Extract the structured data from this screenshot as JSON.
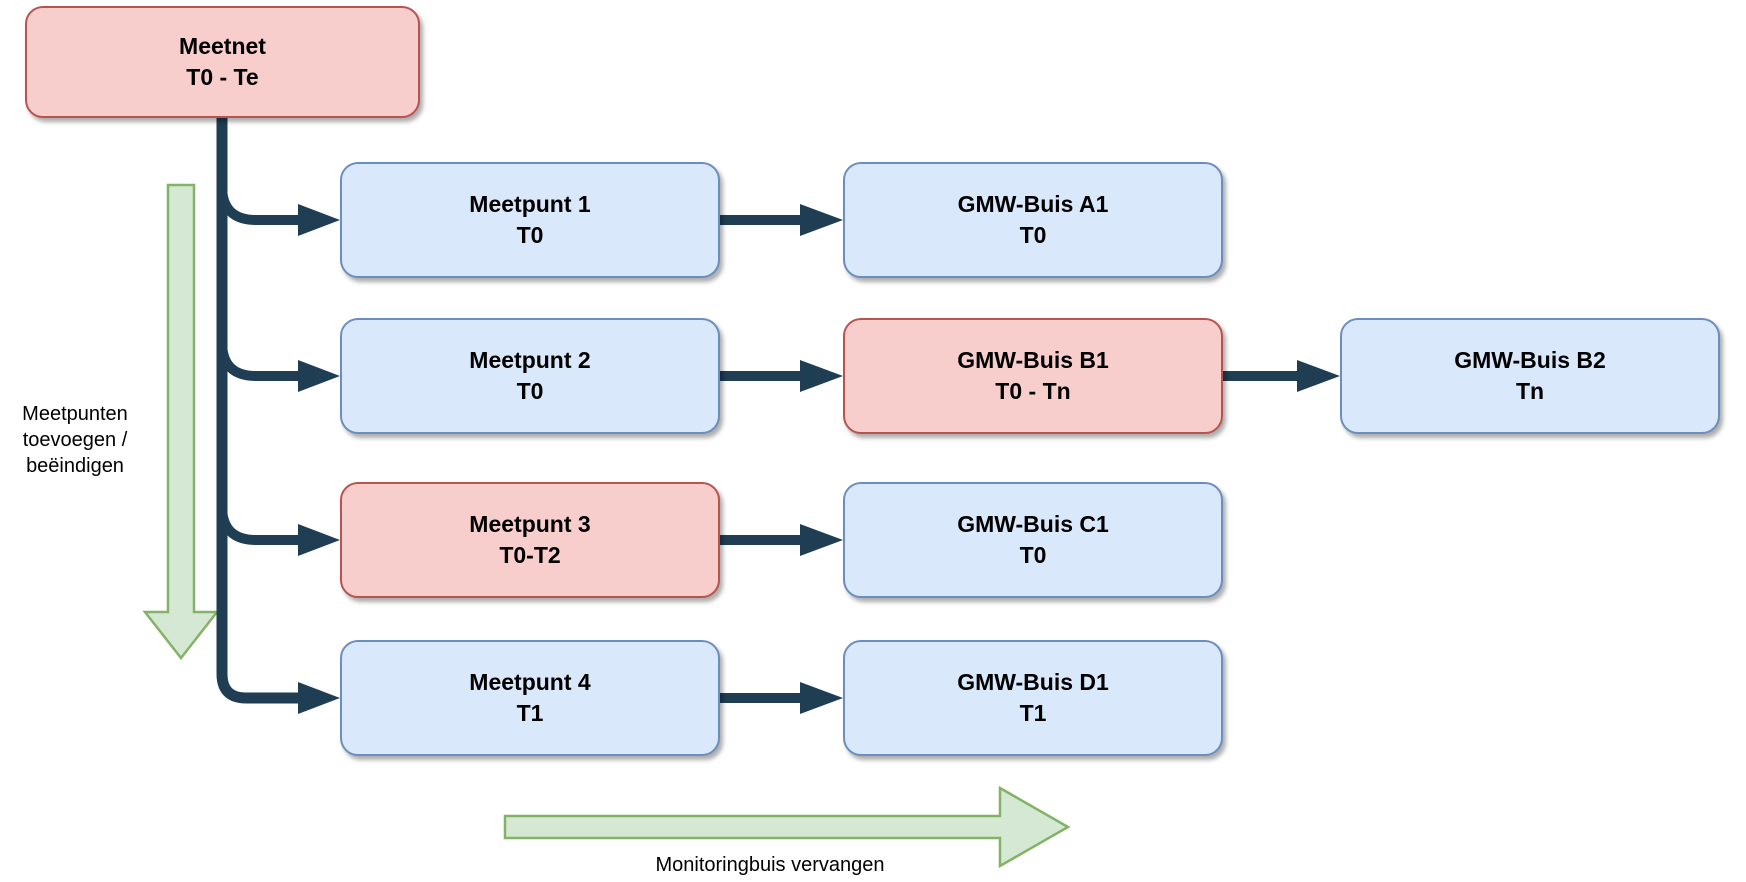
{
  "colors": {
    "background": "#FFFFFF",
    "text": "#000000",
    "connector": "#1F3E54",
    "blue_fill": "#DAE8FC",
    "blue_border": "#6C8EBF",
    "red_fill": "#F8CECC",
    "red_border": "#B85450",
    "green_fill": "#D5E8D4",
    "green_border": "#82B366"
  },
  "nodes": {
    "meetnet": {
      "label": "Meetnet",
      "period": "T0 - Te"
    },
    "meetpunt1": {
      "label": "Meetpunt 1",
      "period": "T0"
    },
    "meetpunt2": {
      "label": "Meetpunt 2",
      "period": "T0"
    },
    "meetpunt3": {
      "label": "Meetpunt 3",
      "period": "T0-T2"
    },
    "meetpunt4": {
      "label": "Meetpunt 4",
      "period": "T1"
    },
    "gmw_a1": {
      "label": "GMW-Buis A1",
      "period": "T0"
    },
    "gmw_b1": {
      "label": "GMW-Buis B1",
      "period": "T0 - Tn"
    },
    "gmw_b2": {
      "label": "GMW-Buis B2",
      "period": "Tn"
    },
    "gmw_c1": {
      "label": "GMW-Buis C1",
      "period": "T0"
    },
    "gmw_d1": {
      "label": "GMW-Buis D1",
      "period": "T1"
    }
  },
  "annotations": {
    "vertical_arrow_label": {
      "line1": "Meetpunten",
      "line2": "toevoegen /",
      "line3": "beëindigen"
    },
    "horizontal_arrow_label": "Monitoringbuis vervangen"
  }
}
